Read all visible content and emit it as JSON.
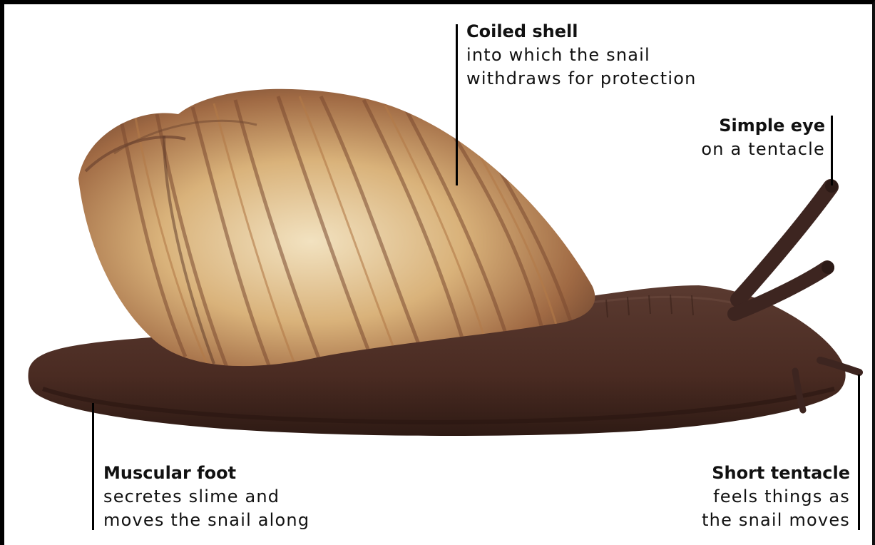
{
  "callouts": {
    "shell": {
      "title": "Coiled shell",
      "lines": [
        "into which the snail",
        "withdraws for protection"
      ]
    },
    "eye": {
      "title": "Simple eye",
      "lines": [
        "on a tentacle"
      ]
    },
    "foot": {
      "title": "Muscular foot",
      "lines": [
        "secretes slime and",
        "moves the snail along"
      ]
    },
    "tentacle": {
      "title": "Short tentacle",
      "lines": [
        "feels things as",
        "the snail moves"
      ]
    }
  },
  "colors": {
    "background": "#ffffff",
    "shell_light": "#e8d3ac",
    "shell_stripe": "#7a4a30",
    "body": "#4a2b22"
  }
}
